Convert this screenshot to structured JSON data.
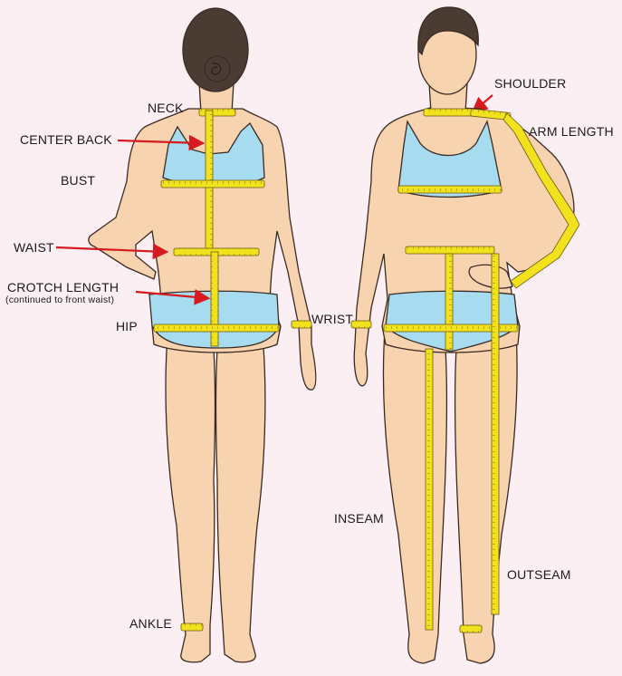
{
  "labels": {
    "neck": "NECK",
    "center_back": "CENTER BACK",
    "bust": "BUST",
    "waist": "WAIST",
    "crotch_length": "CROTCH LENGTH",
    "crotch_note": "(continued to front waist)",
    "hip": "HIP",
    "wrist": "WRIST",
    "ankle": "ANKLE",
    "shoulder": "SHOULDER",
    "arm_length": "ARM LENGTH",
    "inseam": "INSEAM",
    "outseam": "OUTSEAM"
  },
  "colors": {
    "background": "#fbeff3",
    "skin": "#f7d3b0",
    "outline": "#3a2a22",
    "garment": "#a7dcf0",
    "hair": "#4a3b33",
    "tape": "#f2e21e",
    "arrow": "#d71920"
  }
}
